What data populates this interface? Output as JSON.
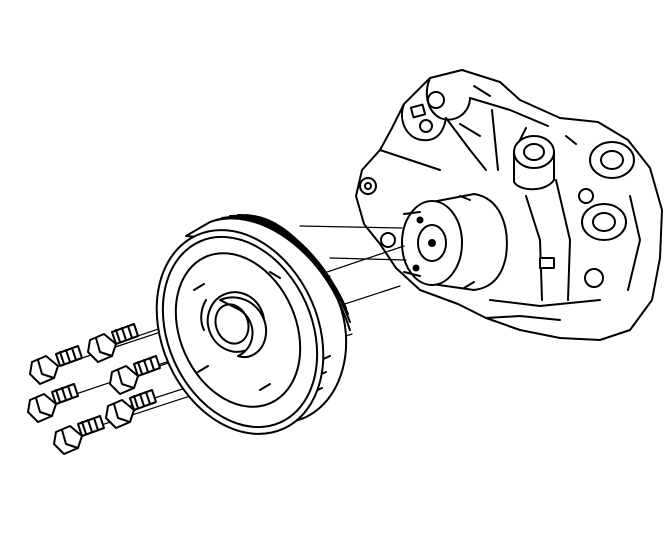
{
  "figure": {
    "ink_color": "#000000",
    "paper_color": "#ffffff",
    "components": [
      {
        "name": "crankshaft-balancer-pulley",
        "icon": "pulley-icon"
      },
      {
        "name": "pulley-bolt",
        "icon": "bolt-icon",
        "count": 6
      },
      {
        "name": "crankshaft-hub",
        "icon": "hub-icon"
      },
      {
        "name": "engine-front-cover",
        "icon": "engine-cover-icon"
      }
    ]
  }
}
